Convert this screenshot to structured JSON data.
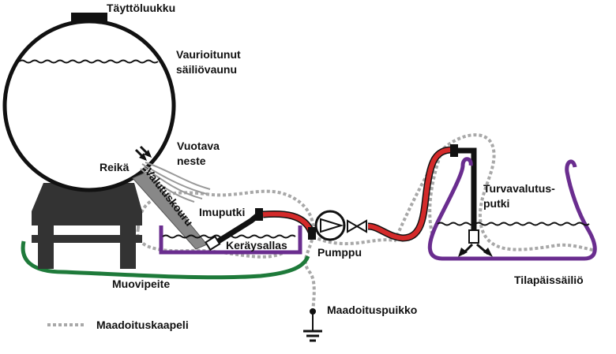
{
  "labels": {
    "fill_hatch": "Täyttöluukku",
    "damaged_tank_line1": "Vaurioitunut",
    "damaged_tank_line2": "säiliövaunu",
    "leaking_liquid_line1": "Vuotava",
    "leaking_liquid_line2": "neste",
    "hole": "Reikä",
    "drain_trough": "Valutuskouru",
    "suction_pipe": "Imuputki",
    "collection_pool": "Keräysallas",
    "pump": "Pumppu",
    "safety_drain_line1": "Turvavalutus-",
    "safety_drain_line2": "putki",
    "temporary_tank": "Tilapäissäiliö",
    "plastic_cover": "Muovipeite",
    "ground_rod": "Maadoituspuikko",
    "grounding_cable": "Maadoituskaapeli"
  },
  "colors": {
    "outline": "#111111",
    "hose_red": "#d42a2a",
    "pool_purple": "#6a2d8f",
    "cover_green": "#1e7a3a",
    "ground_cable_gray": "#a8a8a8",
    "tank_support": "#333333"
  }
}
